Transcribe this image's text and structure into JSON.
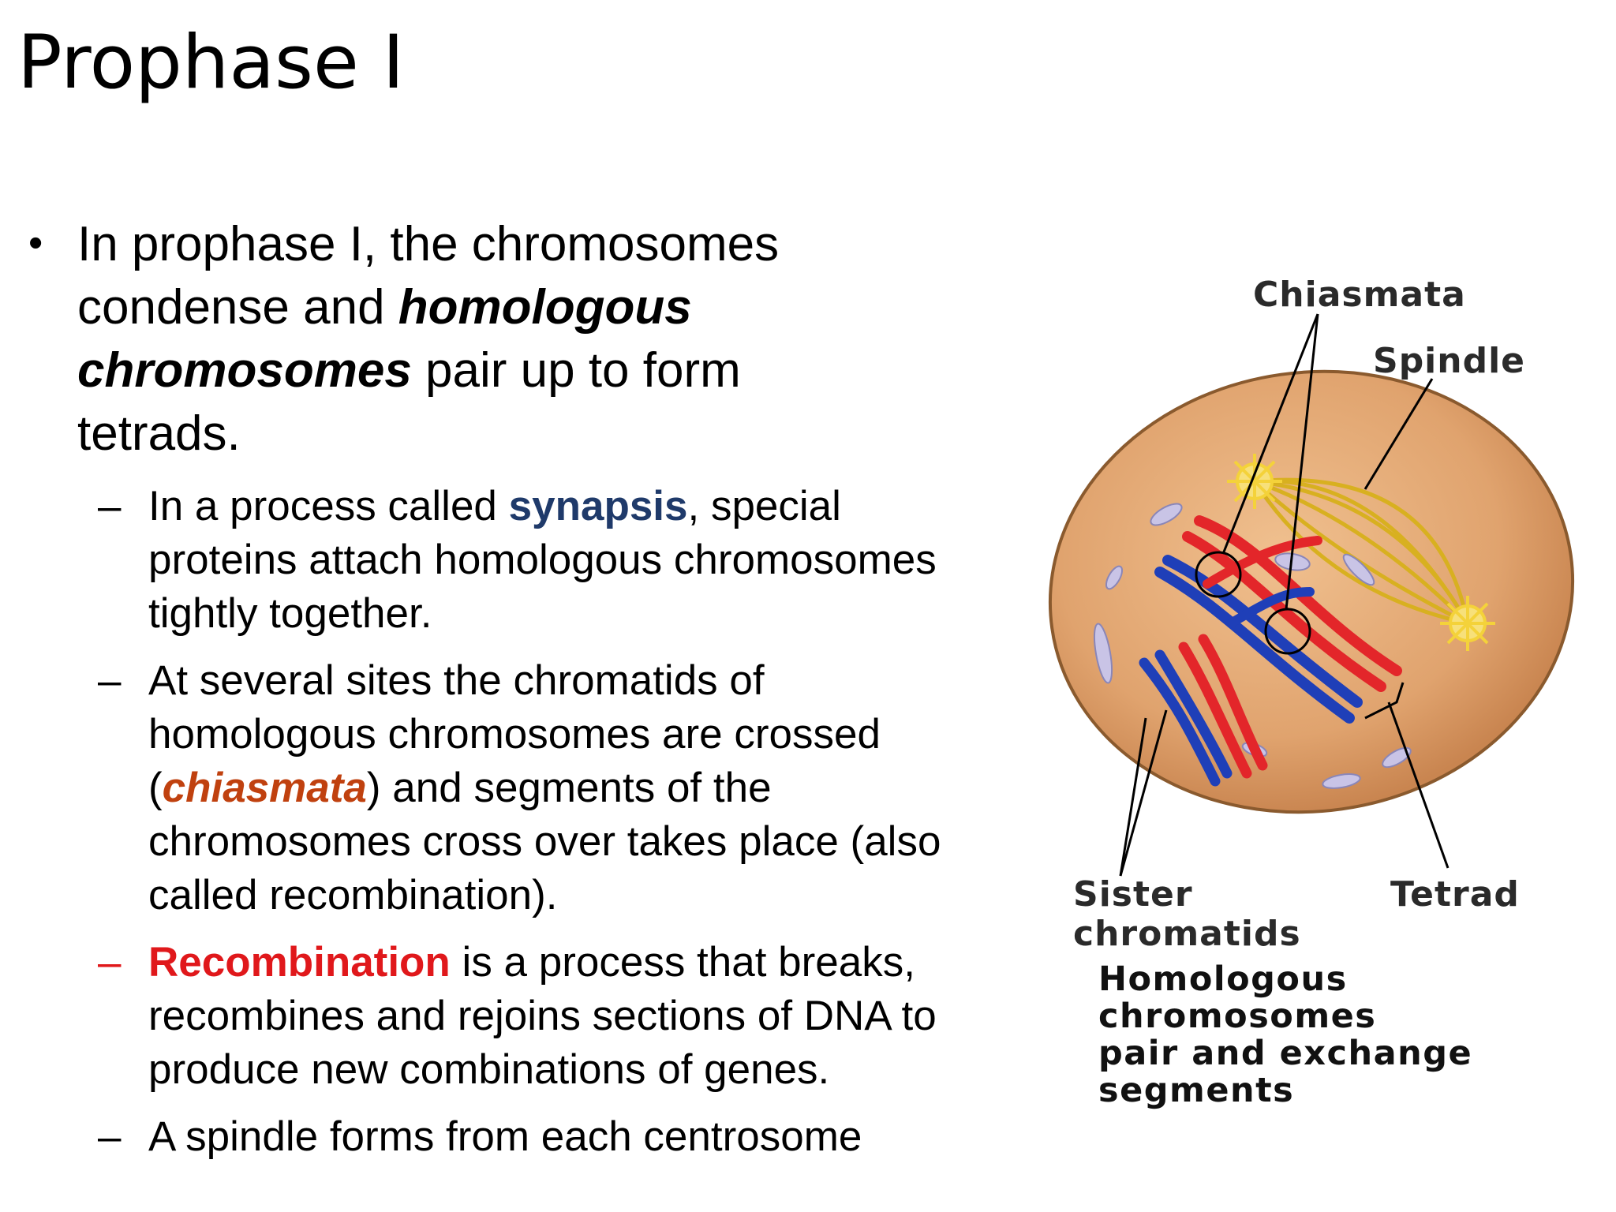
{
  "title": "Prophase I",
  "main_bullet": {
    "pre": "In prophase I, the chromosomes condense and ",
    "emphasis": "homologous chromosomes",
    "post": " pair up to form tetrads."
  },
  "sub_bullets": [
    {
      "pre": "In a process called ",
      "keyword": "synapsis",
      "post": ", special proteins attach homologous chromosomes tightly together."
    },
    {
      "pre": "At several sites the chromatids of homologous chromosomes are crossed (",
      "keyword": "chiasmata",
      "post": ") and segments of the chromosomes cross over takes place (also called recombination)."
    },
    {
      "keyword": "Recombination",
      "post": " is a process that breaks, recombines and rejoins sections of DNA to produce new combinations of genes."
    },
    {
      "text": "A spindle forms from each centrosome"
    }
  ],
  "figure": {
    "labels": {
      "chiasmata": "Chiasmata",
      "spindle": "Spindle",
      "sister_line1": "Sister",
      "sister_line2": "chromatids",
      "tetrad": "Tetrad"
    },
    "caption": [
      "Homologous",
      "chromosomes",
      "pair and exchange",
      "segments"
    ]
  },
  "colors": {
    "synapsis": "#1f3a6a",
    "chiasmata": "#c0410f",
    "recombination": "#e0181b",
    "cell_fill": "#e0a36e",
    "chromosome_red": "#e3262a",
    "chromosome_blue": "#1f3fb8"
  }
}
